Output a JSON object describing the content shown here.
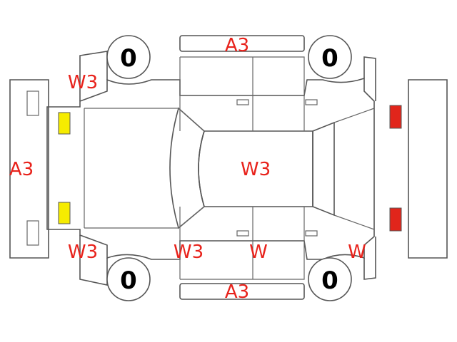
{
  "diagram": {
    "wheels": {
      "front_left": "0",
      "rear_left": "0",
      "front_right": "0",
      "rear_right": "0"
    },
    "damage_labels": {
      "top_panel": "A3",
      "bottom_panel": "A3",
      "front_bumper": "A3",
      "roof": "W3",
      "front_left_fender": "W3",
      "front_right_fender": "W3",
      "front_right_door": "W3",
      "rear_right_door": "W",
      "rear_right_fender": "W"
    },
    "colors": {
      "damage_text": "#e8221b",
      "front_lamp": "#f6ec00",
      "rear_lamp": "#e1251b",
      "outline": "#555555"
    }
  }
}
